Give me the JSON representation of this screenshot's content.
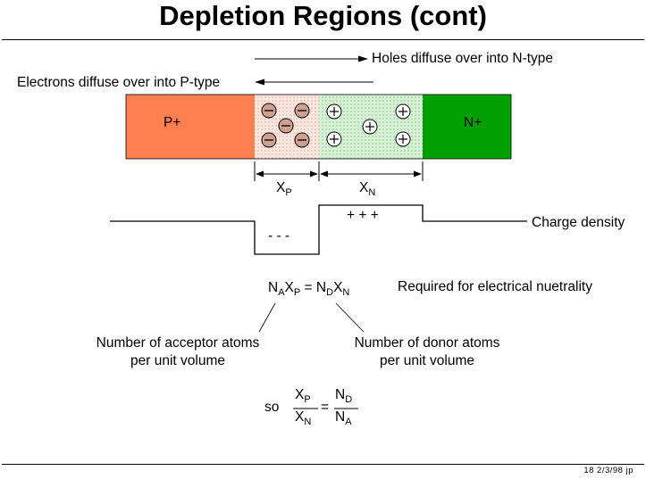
{
  "title": "Depletion Regions (cont)",
  "diagram": {
    "holes_label": "Holes diffuse over into N-type",
    "electrons_label": "Electrons diffuse over into P-type",
    "p_region_label": "P+",
    "n_region_label": "N+",
    "xp_label": {
      "base": "X",
      "sub": "P"
    },
    "xn_label": {
      "base": "X",
      "sub": "N"
    },
    "negative_charges": "- - -",
    "positive_charges": "+  +  +",
    "charge_density_label": "Charge density",
    "colors": {
      "p_region": "#ff7f50",
      "n_region": "#00a000",
      "depletion_p": "#f7dcd2",
      "depletion_n": "#c9ecc9"
    }
  },
  "equation": {
    "na": {
      "base": "N",
      "sub": "A"
    },
    "xp": {
      "base": "X",
      "sub": "P"
    },
    "equals": "=",
    "nd": {
      "base": "N",
      "sub": "D"
    },
    "xn": {
      "base": "X",
      "sub": "N"
    },
    "note": "Required for electrical nuetrality"
  },
  "annotations": {
    "acceptor_line1": "Number of acceptor atoms",
    "acceptor_line2": "per unit volume",
    "donor_line1": "Number of donor atoms",
    "donor_line2": "per unit volume"
  },
  "ratio": {
    "so": "so",
    "num_left": {
      "base": "X",
      "sub": "P"
    },
    "den_left": {
      "base": "X",
      "sub": "N"
    },
    "equals": "=",
    "num_right": {
      "base": "N",
      "sub": "D"
    },
    "den_right": {
      "base": "N",
      "sub": "A"
    }
  },
  "footer": "18   2/3/98  jp"
}
